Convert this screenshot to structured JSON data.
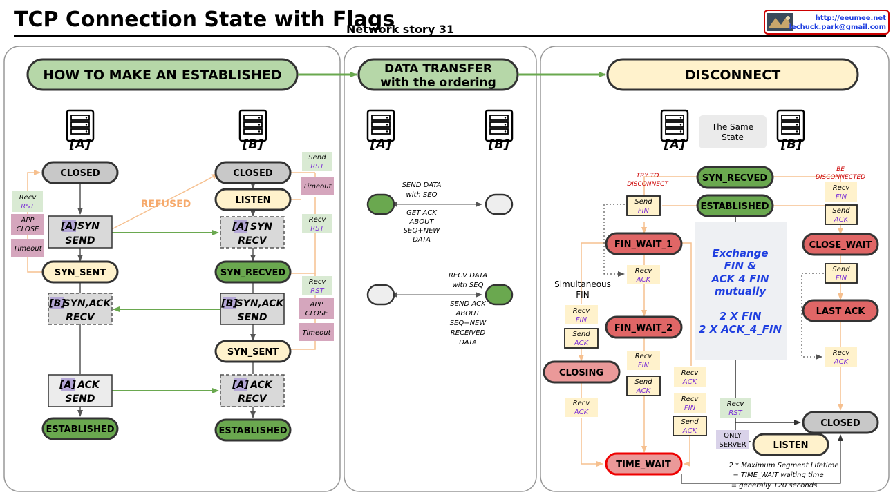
{
  "header": {
    "title": "TCP Connection State with Flags",
    "subtitle": "Network story 31",
    "credit_url": "http://eeumee.net",
    "credit_email": "lechuck.park@gmail.com"
  },
  "sections": {
    "establish": "HOW TO MAKE AN ESTABLISHED",
    "transfer_line1": "DATA TRANSFER",
    "transfer_line2": "with the ordering",
    "disconnect": "DISCONNECT"
  },
  "hosts": {
    "a": "[A]",
    "b": "[B]"
  },
  "establish": {
    "a_closed": "CLOSED",
    "a_syn_send_tag": "[A]",
    "a_syn_send_l1": "SYN",
    "a_syn_send_l2": "SEND",
    "a_syn_sent": "SYN_SENT",
    "a_synack_tag": "[B]",
    "a_synack_l1": "SYN,ACK",
    "a_synack_l2": "RECV",
    "a_ack_tag": "[A]",
    "a_ack_l1": "ACK",
    "a_ack_l2": "SEND",
    "a_established": "ESTABLISHED",
    "b_closed": "CLOSED",
    "b_listen": "LISTEN",
    "b_syn_recv_tag": "[A]",
    "b_syn_recv_l1": "SYN",
    "b_syn_recv_l2": "RECV",
    "b_syn_recved": "SYN_RECVED",
    "b_synack_tag": "[B]",
    "b_synack_l1": "SYN,ACK",
    "b_synack_l2": "SEND",
    "b_syn_sent": "SYN_SENT",
    "b_ack_tag": "[A]",
    "b_ack_l1": "ACK",
    "b_ack_l2": "RECV",
    "b_established": "ESTABLISHED",
    "refused": "REFUSED",
    "recv": "Recv",
    "rst": "RST",
    "send": "Send",
    "app": "APP",
    "close": "CLOSE",
    "timeout": "Timeout"
  },
  "transfer": {
    "send_l1": "SEND DATA",
    "send_l2": "with SEQ",
    "getack_l1": "GET ACK",
    "getack_l2": "ABOUT",
    "getack_l3": "SEQ+NEW",
    "getack_l4": "DATA",
    "recv_l1": "RECV DATA",
    "recv_l2": "with SEQ",
    "sendack_l1": "SEND ACK",
    "sendack_l2": "ABOUT",
    "sendack_l3": "SEQ+NEW",
    "sendack_l4": "RECEIVED",
    "sendack_l5": "DATA"
  },
  "disconnect": {
    "same_l1": "The Same",
    "same_l2": "State",
    "syn_recved": "SYN_RECVED",
    "established": "ESTABLISHED",
    "try_l1": "TRY TO",
    "try_l2": "DISCONNECT",
    "be_l1": "BE",
    "be_l2": "DISCONNECTED",
    "fin_wait_1": "FIN_WAIT_1",
    "fin_wait_2": "FIN_WAIT_2",
    "closing": "CLOSING",
    "time_wait": "TIME_WAIT",
    "close_wait": "CLOSE_WAIT",
    "last_ack": "LAST ACK",
    "closed": "CLOSED",
    "listen": "LISTEN",
    "simultaneous_l1": "Simultaneous",
    "simultaneous_l2": "FIN",
    "exchange_l1": "Exchange",
    "exchange_l2": "FIN &",
    "exchange_l3": "ACK 4 FIN",
    "exchange_l4": "mutually",
    "exchange_l5": "2 X FIN",
    "exchange_l6": "2 X ACK_4_FIN",
    "only_l1": "ONLY",
    "only_l2": "SERVER",
    "msl_l1": "2 * Maximum Segment Lifetime",
    "msl_l2": "= TIME_WAIT waiting time",
    "msl_l3": "= generally 120 seconds",
    "send": "Send",
    "recv": "Recv",
    "fin": "FIN",
    "ack": "ACK",
    "rst": "RST"
  },
  "colors": {
    "green_state": "#6aa84f",
    "grey_state": "#c8c8c8",
    "cream_state": "#fff2cc",
    "red_state": "#e06666",
    "pink_state": "#ea9999",
    "section_green": "#b6d7a8",
    "arrow_green": "#6aa84f",
    "arrow_orange": "#f6c08f",
    "flag_purple": "#7b2fd6",
    "accent_blue": "#1f3fe0",
    "label_red": "#cc0000"
  },
  "icons": {
    "server": "server-icon",
    "logo": "logo-icon"
  }
}
